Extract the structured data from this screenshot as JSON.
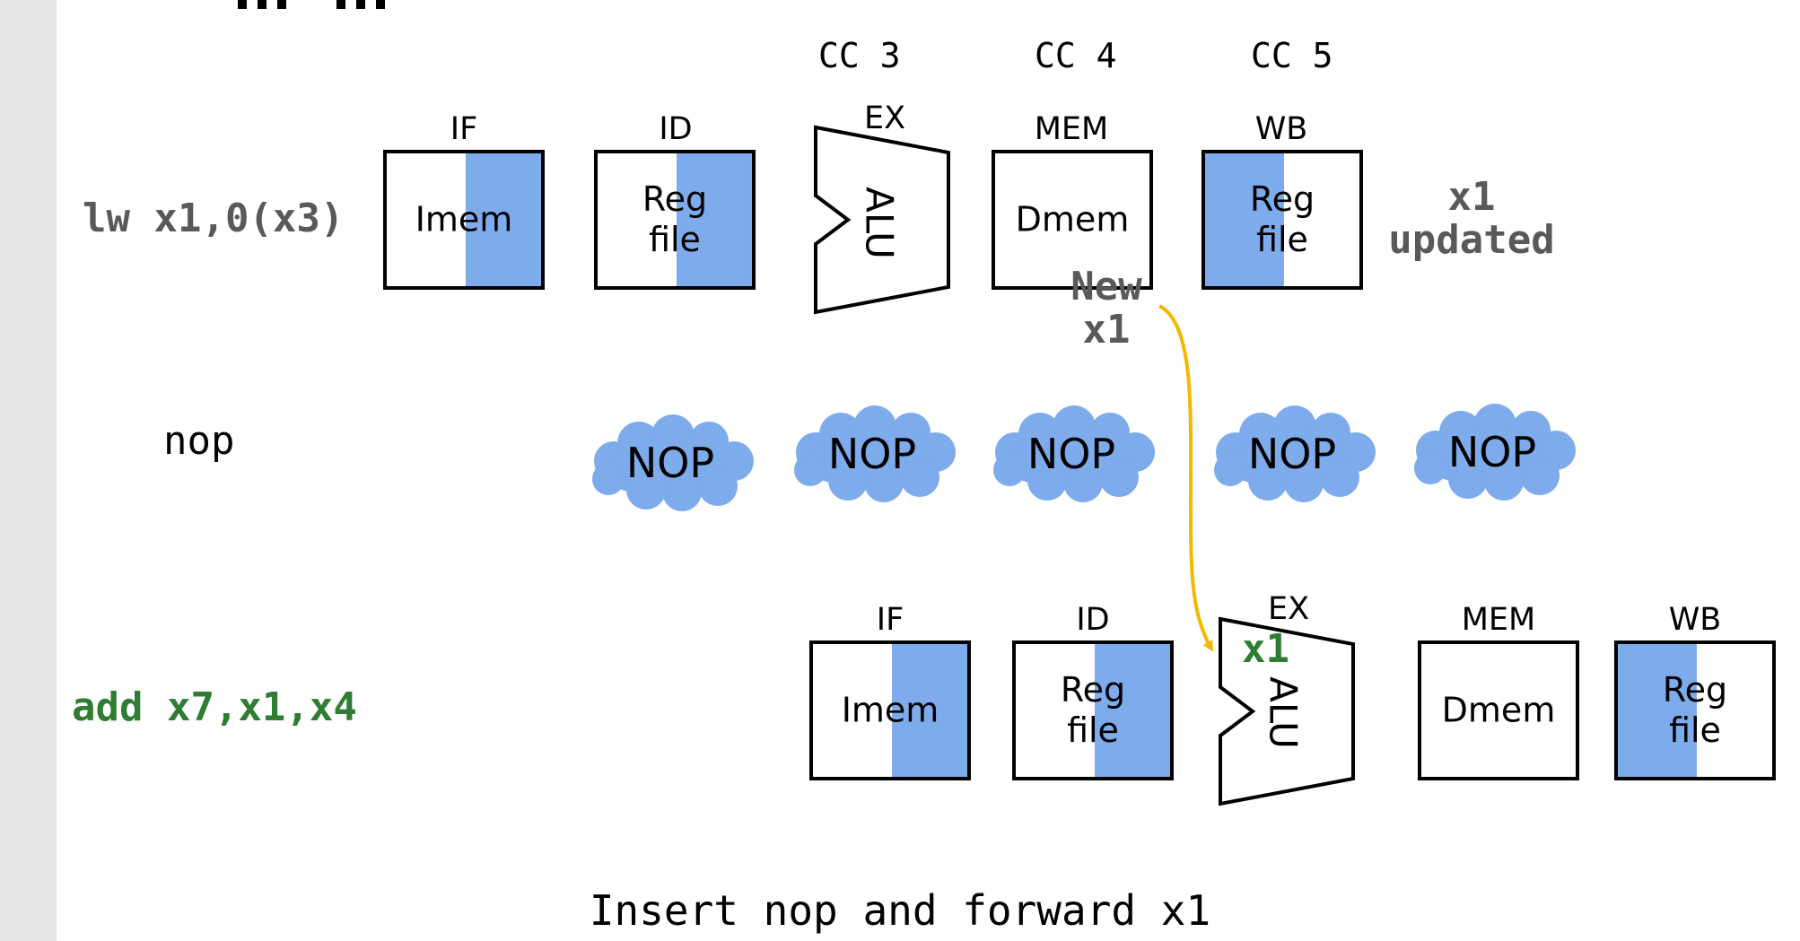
{
  "cycles": [
    "CC 3",
    "CC 4",
    "CC 5"
  ],
  "row_lw": {
    "instruction": "lw x1,0(x3)",
    "stages": [
      "IF",
      "ID",
      "EX",
      "MEM",
      "WB"
    ],
    "imem": "Imem",
    "reg": "Reg\nfile",
    "alu": "ALU",
    "dmem": "Dmem",
    "wb_reg": "Reg\nfile",
    "result": "x1\nupdated",
    "new_value": "New\nx1"
  },
  "row_nop": {
    "instruction": "nop",
    "bubbles": [
      "NOP",
      "NOP",
      "NOP",
      "NOP",
      "NOP"
    ]
  },
  "row_add": {
    "instruction": "add x7,x1,x4",
    "stages": [
      "IF",
      "ID",
      "EX",
      "MEM",
      "WB"
    ],
    "imem": "Imem",
    "reg": "Reg\nfile",
    "alu": "ALU",
    "forwarded": "x1",
    "dmem": "Dmem",
    "wb_reg": "Reg\nfile"
  },
  "caption": "Insert nop and forward x1",
  "colors": {
    "stage_fill": "#7dabec",
    "forward_arrow": "#f5b800",
    "instr_gray": "#595959",
    "instr_green": "#2e7d32"
  }
}
